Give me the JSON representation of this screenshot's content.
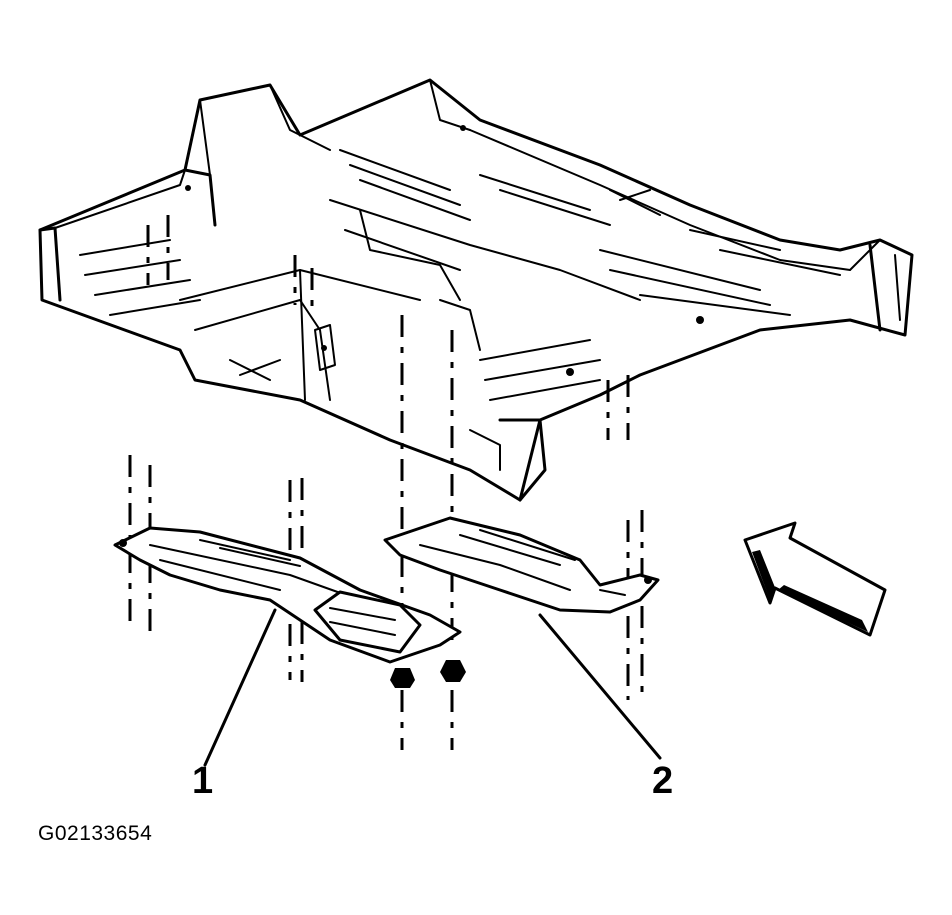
{
  "callouts": {
    "one": "1",
    "two": "2"
  },
  "figure_id": "G02133654",
  "colors": {
    "line": "#000000",
    "background": "#ffffff"
  },
  "icons": {
    "direction": "arrow-icon"
  }
}
